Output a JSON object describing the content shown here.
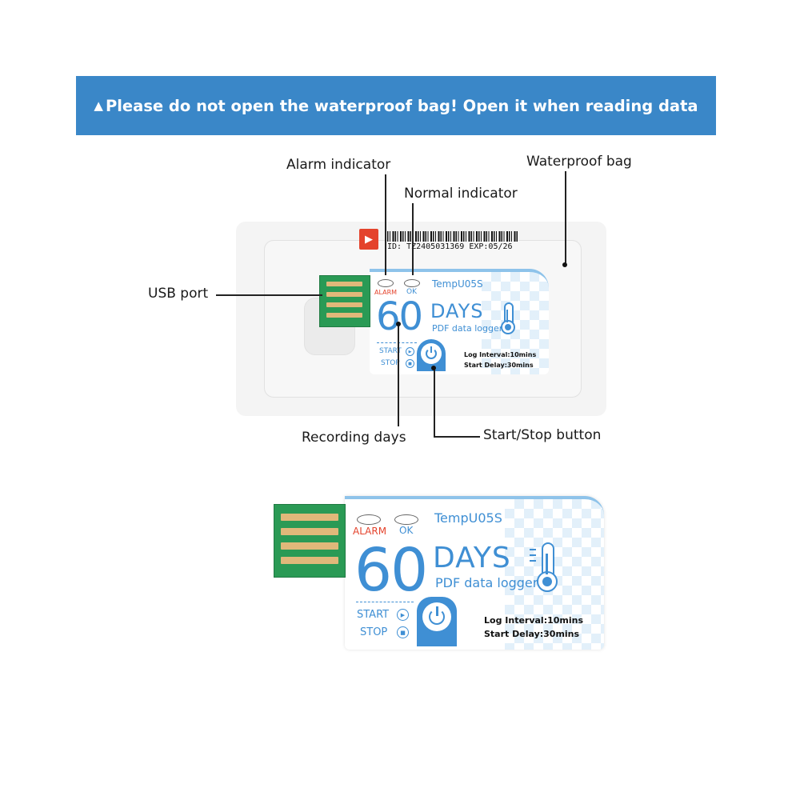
{
  "banner": {
    "icon": "warning-triangle-icon",
    "text": "Please do not open the waterproof bag! Open it when reading data"
  },
  "callouts": {
    "alarm_indicator": "Alarm indicator",
    "normal_indicator": "Normal indicator",
    "waterproof_bag": "Waterproof bag",
    "usb_port": "USB port",
    "recording_days": "Recording days",
    "start_stop_button": "Start/Stop button"
  },
  "bag": {
    "id_line": "ID: TZ2405031369   EXP:05/26",
    "icon": "play-tag-icon"
  },
  "device": {
    "alarm": "ALARM",
    "ok": "OK",
    "model": "TempU05S",
    "number": "60",
    "days": "DAYS",
    "subtitle": "PDF data logger",
    "start": "START",
    "stop": "STOP",
    "log_interval_label": "Log Interval:",
    "log_interval_value": "10mins",
    "start_delay_label": "Start Delay:",
    "start_delay_value": "30mins"
  },
  "colors": {
    "banner": "#3a87c8",
    "accent_blue": "#3f8fd4",
    "alarm_red": "#e4432c",
    "usb_green": "#2a9a55"
  }
}
